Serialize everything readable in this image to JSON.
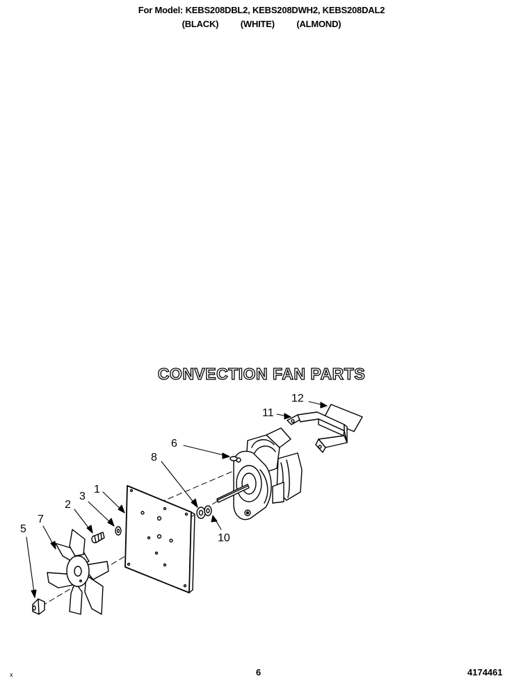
{
  "header": {
    "model_line": "For Model: KEBS208DBL2, KEBS208DWH2, KEBS208DAL2",
    "colors": [
      "(BLACK)",
      "(WHITE)",
      "(ALMOND)"
    ]
  },
  "section_title": "CONVECTION FAN PARTS",
  "callouts": [
    "1",
    "2",
    "3",
    "5",
    "6",
    "7",
    "8",
    "10",
    "11",
    "12"
  ],
  "footer": {
    "mark": "x",
    "page": "6",
    "doc_number": "4174461"
  }
}
